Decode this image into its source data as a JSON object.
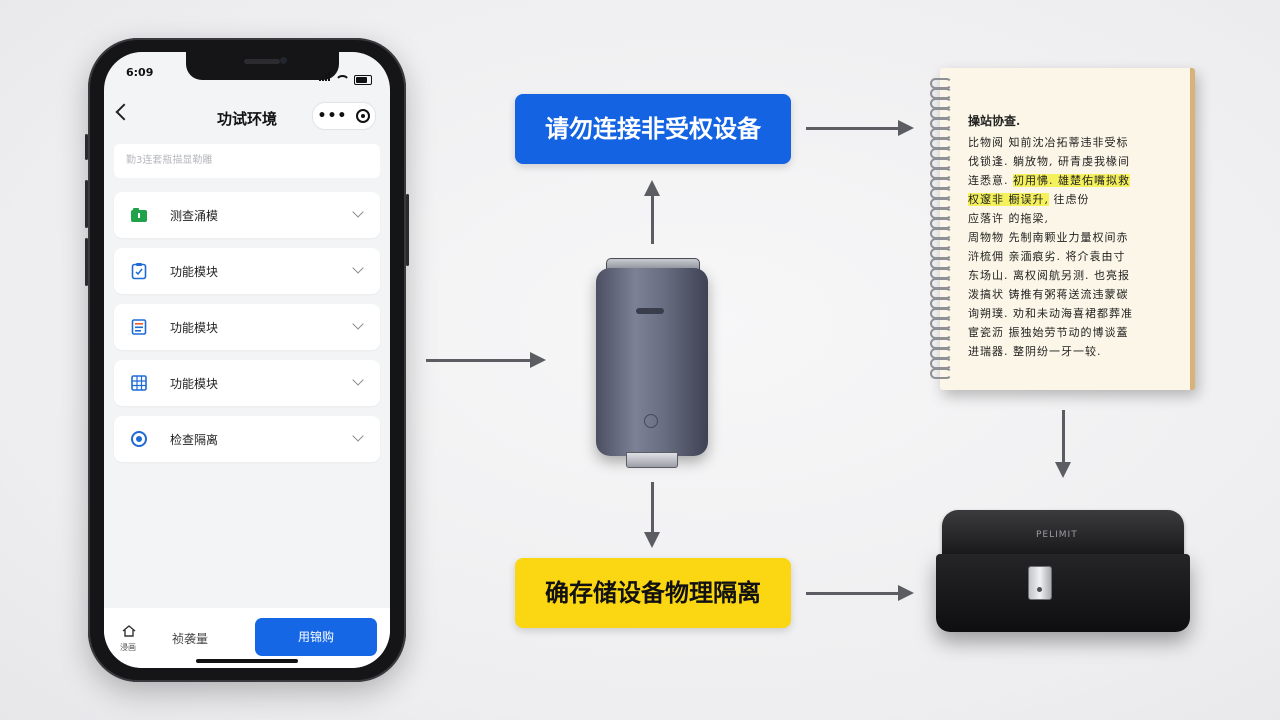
{
  "phone": {
    "status_time": "6:09",
    "nav_title": "功试环境",
    "search_placeholder": "勤3连套瓶描显勒雕",
    "menu_items": [
      {
        "label": "测查涌模",
        "icon": "green-folder-icon",
        "color": "#1fa24a"
      },
      {
        "label": "功能模块",
        "icon": "clipboard-icon",
        "color": "#1e6ad6"
      },
      {
        "label": "功能模块",
        "icon": "document-list-icon",
        "color": "#1e6ad6"
      },
      {
        "label": "功能模块",
        "icon": "grid-table-icon",
        "color": "#1e6ad6"
      },
      {
        "label": "检查隔离",
        "icon": "circle-check-icon",
        "color": "#1e6ad6"
      }
    ],
    "bottom_bar": {
      "home_label": "浸画",
      "middle_text": "祯袭量",
      "button_label": "用锦购"
    }
  },
  "labels": {
    "top": "请勿连接非受权设备",
    "bottom": "确存储设备物理隔离"
  },
  "notebook": {
    "title": "操站协查.",
    "lines": [
      "比物阅  知前沈冶拓蒂违非受标",
      "伐锁逢. 躺放物,  研青虔我椽间",
      "连悉意. ",
      "权邃非 ",
      "应落许  的拖梁,",
      "周物物  先制南颗业力量权间赤",
      "浒梳佣  亲湎痕劣.  将介袁由寸",
      "东场山. 离权阅航另测.  也亮报",
      "泼搞状  铸推有粥蒋送流违蒙碳",
      "询朔璞. 劝和未动海喜裙都葬准",
      "宦瓷沥  振独始劳节动的博谈蓋",
      "进瑞器.  整阴纷一牙一较."
    ],
    "highlighted": [
      {
        "line": 2,
        "text": "初用怫.  雄楚佑嘴拟救"
      },
      {
        "line": 3,
        "text": "橱误升,"
      }
    ],
    "line3_tail": "  往虑份"
  },
  "lockbox": {
    "brand_text": "PELIMIT"
  },
  "colors": {
    "blue": "#1363e2",
    "yellow": "#fbd713",
    "arrow": "#5b5d62"
  }
}
